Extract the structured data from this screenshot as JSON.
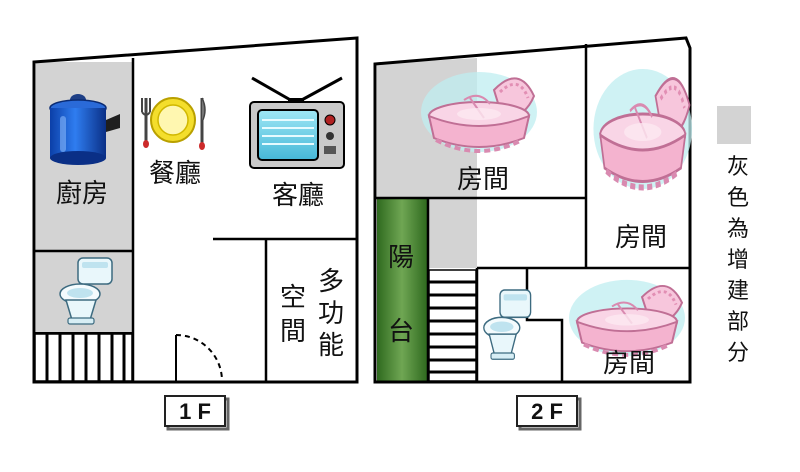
{
  "floor1": {
    "label": "1 F",
    "rooms": {
      "kitchen": "廚房",
      "dining": "餐廳",
      "living": "客廳",
      "multi_line1": "多",
      "multi_line2": "功",
      "multi_line3": "能",
      "space_line1": "空",
      "space_line2": "間"
    }
  },
  "floor2": {
    "label": "2 F",
    "rooms": {
      "room_top_left": "房間",
      "room_right": "房間",
      "room_bottom_right": "房間",
      "balcony_line1": "陽",
      "balcony_line2": "台"
    }
  },
  "legend": {
    "chars": [
      "灰",
      "色",
      "為",
      "增",
      "建",
      "部",
      "分"
    ]
  },
  "colors": {
    "added_area_gray": "#d3d3d3",
    "balcony_green": "#3f7a2c",
    "wall": "#000000"
  },
  "icons": {
    "kitchen": "cooking-pot-icon",
    "dining": "plate-fork-knife-icon",
    "living": "television-icon",
    "toilet": "toilet-icon",
    "bedroom": "baby-cradle-icon",
    "stairs": "stairs-icon"
  }
}
